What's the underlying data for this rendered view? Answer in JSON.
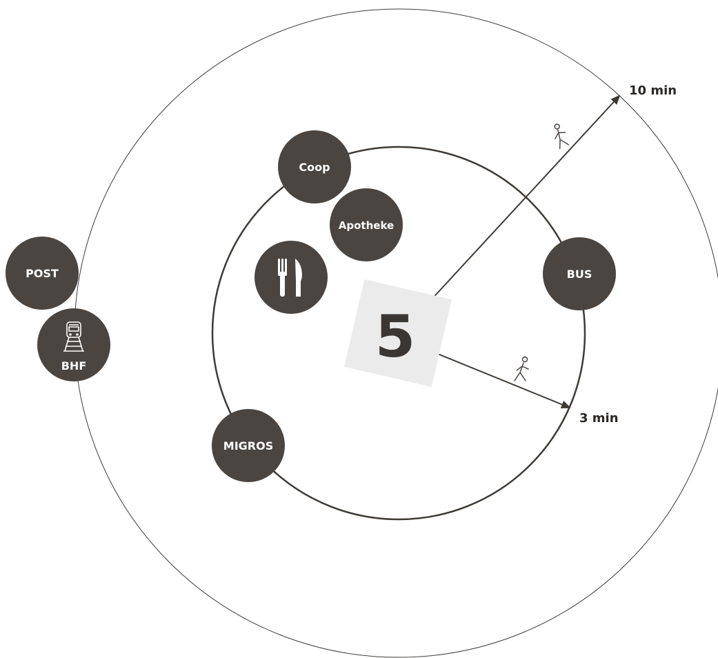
{
  "colors": {
    "poi_fill": "#4a4541",
    "poi_text": "#ffffff",
    "ring_stroke": "#3d3935",
    "outer_ring_stroke": "#3d3935",
    "center_box": "#ebebeb",
    "center_number": "#3a3633",
    "label_text": "#2a2724"
  },
  "center": {
    "number": "5"
  },
  "rings": {
    "inner": {
      "time_label": "3 min"
    },
    "outer": {
      "time_label": "10 min"
    }
  },
  "pois": {
    "coop": {
      "label": "Coop"
    },
    "apotheke": {
      "label": "Apotheke"
    },
    "restaurant": {
      "icon": "fork-knife-icon"
    },
    "bus": {
      "label": "BUS"
    },
    "migros": {
      "label": "MIGROS"
    },
    "post": {
      "label": "POST"
    },
    "bhf": {
      "label": "BHF",
      "icon": "train-icon"
    }
  },
  "icons": {
    "inner_walker": "pedestrian-icon",
    "outer_walker": "pedestrian-icon"
  }
}
